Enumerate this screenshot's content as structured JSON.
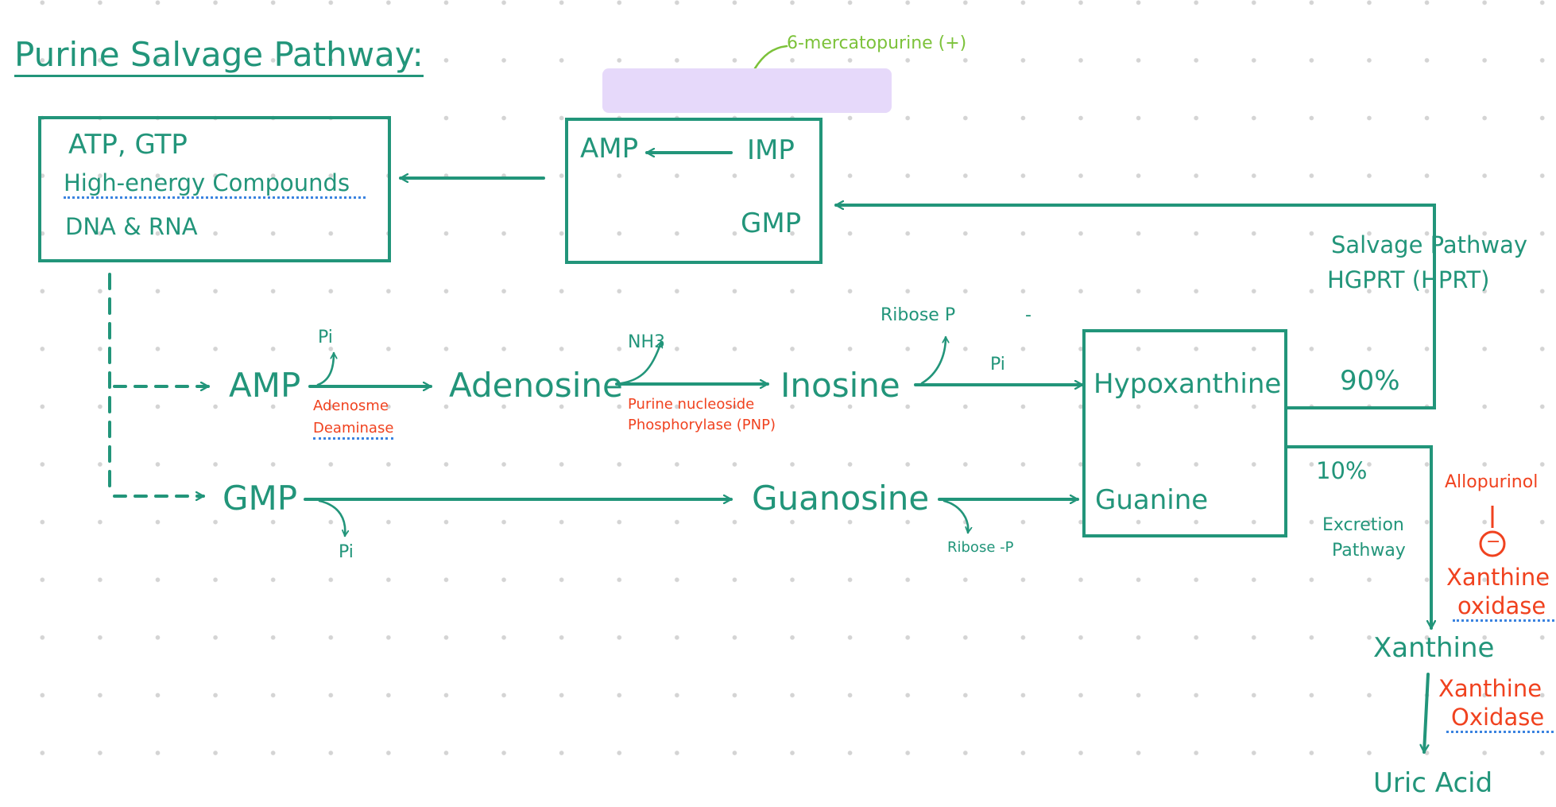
{
  "title": "Purine Salvage Pathway:",
  "inhibitor_top": "6-mercatopurine (+)",
  "nucleotide_pool": {
    "line1": "ATP, GTP",
    "line2": "High-energy Compounds",
    "line3": "DNA & RNA"
  },
  "imp_box": {
    "amp": "AMP",
    "imp": "IMP",
    "gmp": "GMP"
  },
  "salvage": {
    "line1": "Salvage Pathway",
    "line2": "HGPRT (HPRT)",
    "percent": "90%"
  },
  "excretion": {
    "percent": "10%",
    "line1": "Excretion",
    "line2": "Pathway"
  },
  "nodes": {
    "amp": "AMP",
    "adenosine": "Adenosine",
    "inosine": "Inosine",
    "gmp": "GMP",
    "guanosine": "Guanosine",
    "hypoxanthine": "Hypoxanthine",
    "guanine": "Guanine",
    "xanthine": "Xanthine",
    "uric_acid": "Uric Acid"
  },
  "labels": {
    "pi_amp": "Pi",
    "nh3": "NH3",
    "ribose_p_top": "Ribose P",
    "dash_mark": "-",
    "pi_inosine": "Pi",
    "pi_gmp": "Pi",
    "ribose_p_bottom": "Ribose -P"
  },
  "enzymes": {
    "adenosine_deaminase_1": "Adenosme",
    "adenosine_deaminase_2": "Deaminase",
    "pnp_1": "Purine nucleoside",
    "pnp_2": "Phosphorylase (PNP)",
    "allopurinol": "Allopurinol",
    "minus": "−",
    "xo1_line1": "Xanthine",
    "xo1_line2": "oxidase",
    "xo2_line1": "Xanthine",
    "xo2_line2": "Oxidase"
  },
  "colors": {
    "teal": "#22957a",
    "red": "#f0421f",
    "lime": "#7cc23a",
    "blue_dots": "#3a83e0",
    "redaction": "#e6d9fa"
  }
}
